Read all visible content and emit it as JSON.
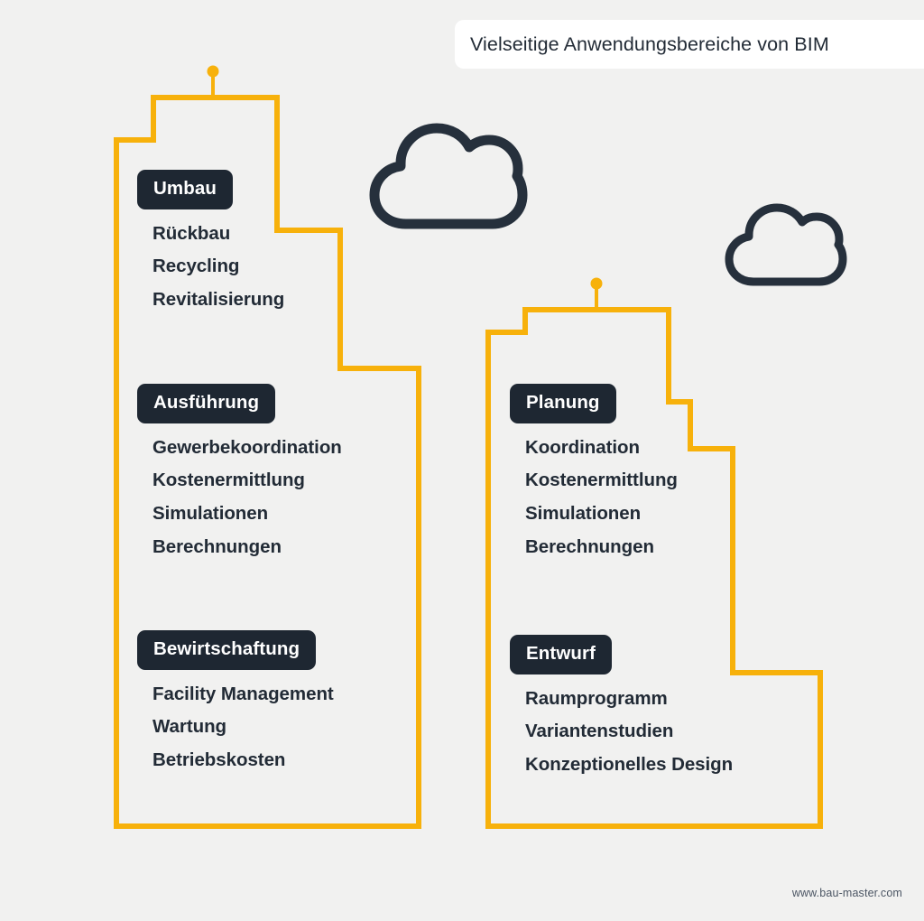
{
  "header": {
    "title": "Vielseitige Anwendungsbereiche von BIM"
  },
  "theme": {
    "background": "#f1f1f0",
    "accent_yellow": "#f7b10b",
    "dark_navy": "#1e2732",
    "card_white": "#ffffff",
    "text_dark": "#222b36"
  },
  "decorations": {
    "cloud_large": "cloud-icon",
    "cloud_small": "cloud-icon",
    "pin_left": "antenna-pin-icon",
    "pin_right": "antenna-pin-icon",
    "building_left": "building-outline-left",
    "building_right": "building-outline-right"
  },
  "columns": [
    {
      "id": "left-building",
      "groups": [
        {
          "id": "umbau",
          "label": "Umbau",
          "items": [
            "Rückbau",
            "Recycling",
            "Revitalisierung"
          ]
        },
        {
          "id": "ausfuehrung",
          "label": "Ausführung",
          "items": [
            "Gewerbekoordination",
            "Kostenermittlung",
            "Simulationen",
            "Berechnungen"
          ]
        },
        {
          "id": "bewirtschaftung",
          "label": "Bewirtschaftung",
          "items": [
            "Facility Management",
            "Wartung",
            "Betriebskosten"
          ]
        }
      ]
    },
    {
      "id": "right-building",
      "groups": [
        {
          "id": "planung",
          "label": "Planung",
          "items": [
            "Koordination",
            "Kostenermittlung",
            "Simulationen",
            "Berechnungen"
          ]
        },
        {
          "id": "entwurf",
          "label": "Entwurf",
          "items": [
            "Raumprogramm",
            "Variantenstudien",
            "Konzeptionelles Design"
          ]
        }
      ]
    }
  ],
  "footer": {
    "url": "www.bau-master.com"
  }
}
